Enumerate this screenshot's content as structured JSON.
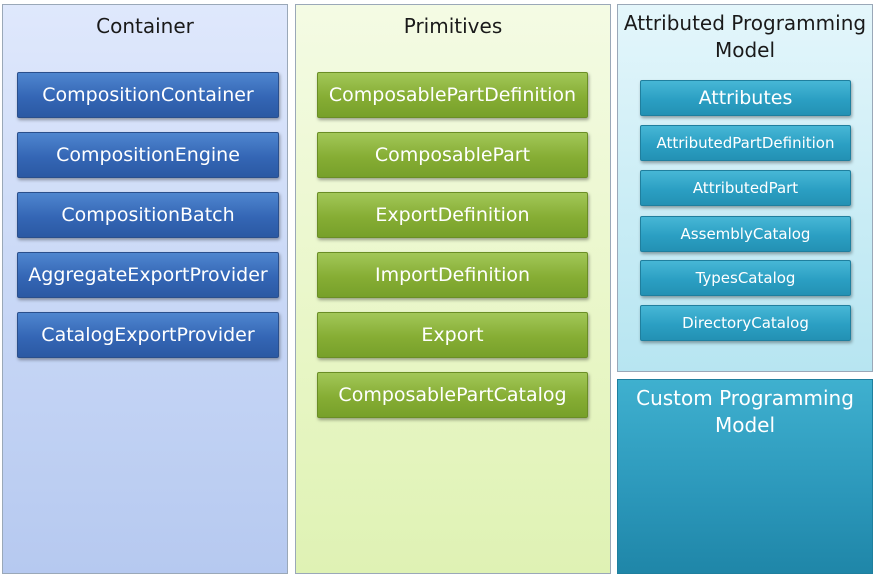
{
  "container": {
    "title": "Container",
    "items": [
      "CompositionContainer",
      "CompositionEngine",
      "CompositionBatch",
      "AggregateExportProvider",
      "CatalogExportProvider"
    ]
  },
  "primitives": {
    "title": "Primitives",
    "items": [
      "ComposablePartDefinition",
      "ComposablePart",
      "ExportDefinition",
      "ImportDefinition",
      "Export",
      "ComposablePartCatalog"
    ]
  },
  "attributed": {
    "title_line1": "Attributed Programming",
    "title_line2": "Model",
    "header_item": "Attributes",
    "items": [
      "AttributedPartDefinition",
      "AttributedPart",
      "AssemblyCatalog",
      "TypesCatalog",
      "DirectoryCatalog"
    ]
  },
  "custom": {
    "title_line1": "Custom Programming",
    "title_line2": "Model"
  },
  "colors": {
    "container_box": "#3466b5",
    "primitives_box": "#86ad34",
    "attributed_box": "#2b9fc3",
    "custom_panel": "#2b97ba"
  }
}
